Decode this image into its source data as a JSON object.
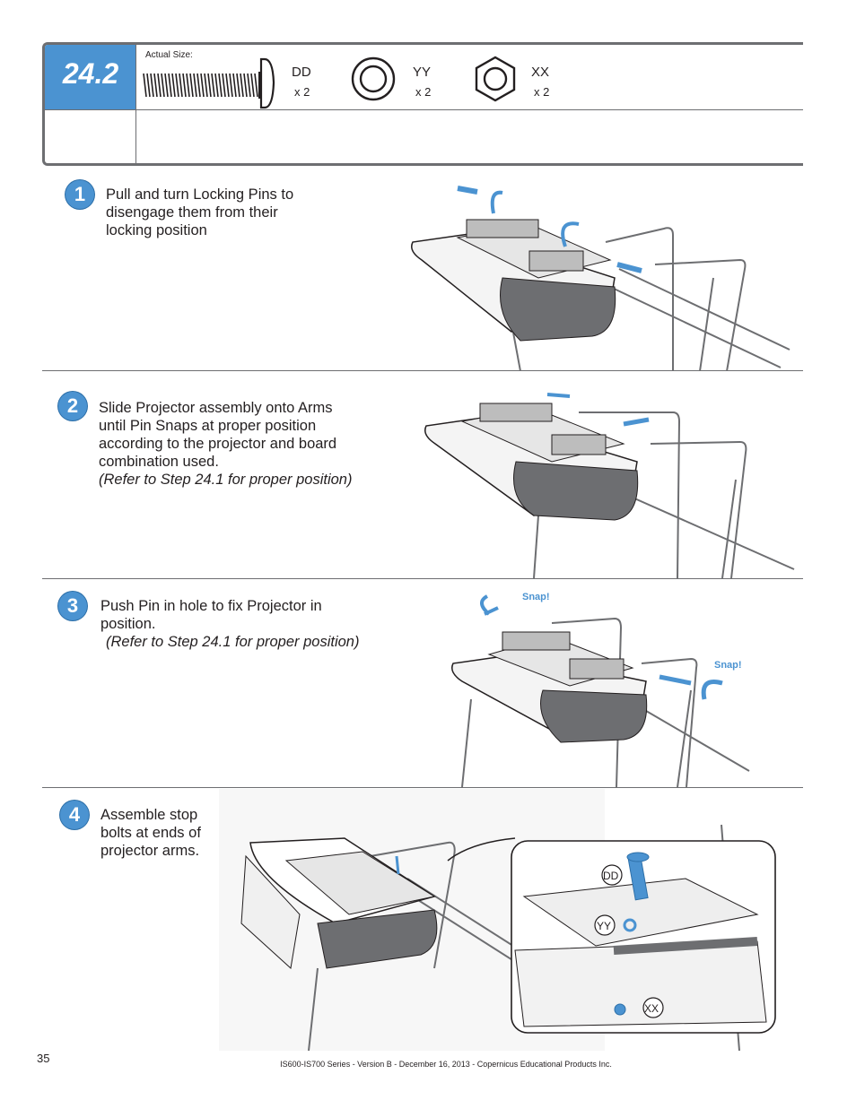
{
  "header": {
    "step_number": "24.2",
    "actual_size_label": "Actual Size:",
    "parts": [
      {
        "code": "DD",
        "qty": "x 2",
        "icon": "screw-icon"
      },
      {
        "code": "YY",
        "qty": "x 2",
        "icon": "washer-icon"
      },
      {
        "code": "XX",
        "qty": "x 2",
        "icon": "hex-nut-icon"
      }
    ]
  },
  "steps": [
    {
      "number": "1",
      "lines": [
        "Pull and turn Locking Pins to",
        "disengage them from their",
        "locking position"
      ]
    },
    {
      "number": "2",
      "lines": [
        "Slide Projector assembly onto Arms",
        "until Pin Snaps at proper position",
        "according to the projector and board",
        "combination used."
      ],
      "note": "(Refer to Step 24.1 for proper position)"
    },
    {
      "number": "3",
      "lines": [
        "Push Pin in hole to fix Projector in",
        "position."
      ],
      "note": "(Refer to Step 24.1 for proper position)",
      "callouts": [
        "Snap!",
        "Snap!"
      ]
    },
    {
      "number": "4",
      "lines": [
        "Assemble stop",
        "bolts at ends of",
        "projector arms."
      ],
      "labels": [
        "DD",
        "YY",
        "XX"
      ]
    }
  ],
  "footer": {
    "page_number": "35",
    "text": "IS600-IS700 Series - Version B - December 16, 2013 - Copernicus Educational Products Inc."
  },
  "colors": {
    "accent": "#4b93d1",
    "rule": "#6d6e71",
    "text": "#231f20",
    "device_gray": "#6d6e71"
  }
}
